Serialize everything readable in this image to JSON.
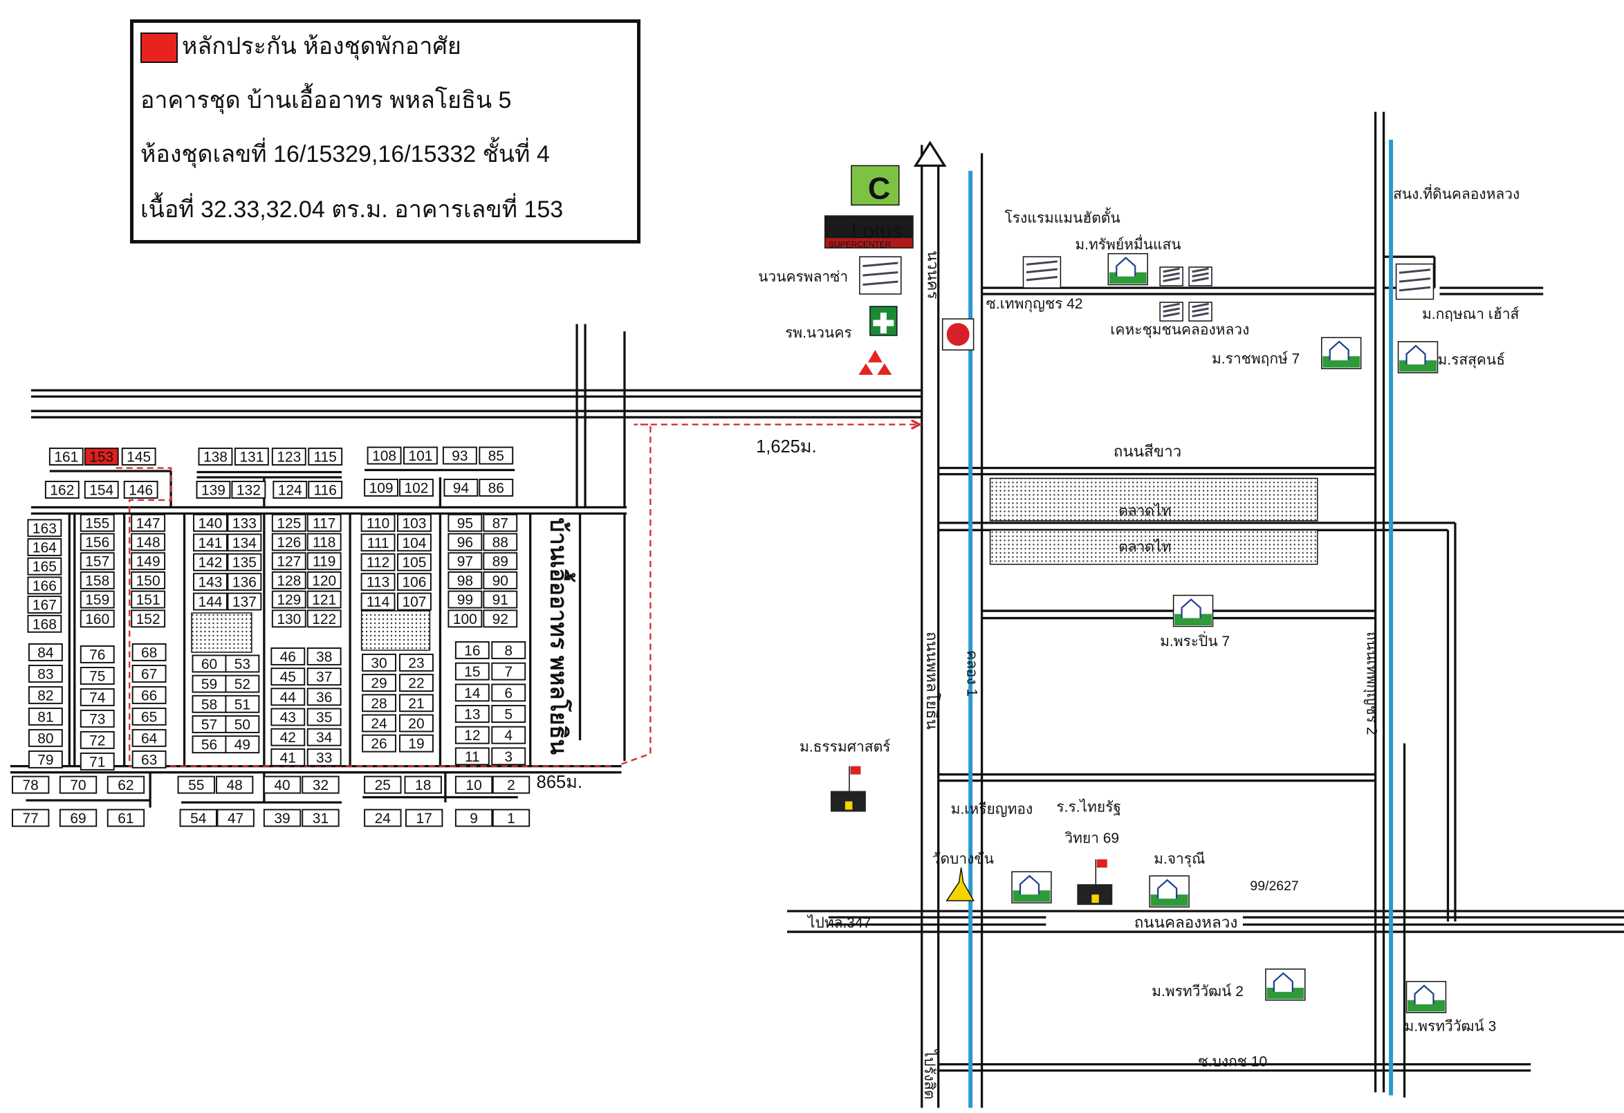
{
  "legend": {
    "swatch_color": "#e8231f",
    "title": "หลักประกัน ห้องชุดพักอาศัย",
    "line1": "อาคารชุด บ้านเอื้ออาทร พหลโยธิน 5",
    "line2": "ห้องชุดเลขที่ 16/15329,16/15332 ชั้นที่ 4",
    "line3": "เนื้อที่ 32.33,32.04 ตร.ม. อาคารเลขที่ 153"
  },
  "lots": {
    "highlight": "153",
    "highlight_color": "#e0201c",
    "groups": [
      {
        "labels": [
          "161",
          "153",
          "145"
        ]
      },
      {
        "labels": [
          "138",
          "131",
          "123",
          "115"
        ]
      },
      {
        "labels": [
          "108",
          "101",
          "93",
          "85"
        ]
      },
      {
        "labels": [
          "162",
          "154",
          "146"
        ]
      },
      {
        "labels": [
          "139",
          "132",
          "124",
          "116"
        ]
      },
      {
        "labels": [
          "109",
          "102",
          "94",
          "86"
        ]
      },
      {
        "labels": [
          "163",
          "164",
          "165",
          "166",
          "167",
          "168"
        ]
      },
      {
        "labels": [
          "155",
          "156",
          "157",
          "158",
          "159",
          "160"
        ]
      },
      {
        "labels": [
          "147",
          "148",
          "149",
          "150",
          "151",
          "152"
        ]
      },
      {
        "labels": [
          "140",
          "141",
          "142",
          "143",
          "144"
        ]
      },
      {
        "labels": [
          "133",
          "134",
          "135",
          "136",
          "137"
        ]
      },
      {
        "labels": [
          "125",
          "126",
          "127",
          "128",
          "129",
          "130"
        ]
      },
      {
        "labels": [
          "117",
          "118",
          "119",
          "120",
          "121",
          "122"
        ]
      },
      {
        "labels": [
          "110",
          "111",
          "112",
          "113",
          "114"
        ]
      },
      {
        "labels": [
          "103",
          "104",
          "105",
          "106",
          "107"
        ]
      },
      {
        "labels": [
          "95",
          "96",
          "97",
          "98",
          "99",
          "100"
        ]
      },
      {
        "labels": [
          "87",
          "88",
          "89",
          "90",
          "91",
          "92"
        ]
      },
      {
        "labels": [
          "84",
          "83",
          "82",
          "81",
          "80",
          "79"
        ]
      },
      {
        "labels": [
          "76",
          "75",
          "74",
          "73",
          "72",
          "71"
        ]
      },
      {
        "labels": [
          "68",
          "67",
          "66",
          "65",
          "64",
          "63"
        ]
      },
      {
        "labels": [
          "60",
          "59",
          "58",
          "57",
          "56"
        ]
      },
      {
        "labels": [
          "53",
          "52",
          "51",
          "50",
          "49"
        ]
      },
      {
        "labels": [
          "46",
          "45",
          "44",
          "43",
          "42",
          "41"
        ]
      },
      {
        "labels": [
          "38",
          "37",
          "36",
          "35",
          "34",
          "33"
        ]
      },
      {
        "labels": [
          "30",
          "29",
          "28",
          "24",
          "26"
        ]
      },
      {
        "labels": [
          "23",
          "22",
          "21",
          "20",
          "19"
        ]
      },
      {
        "labels": [
          "16",
          "15",
          "14",
          "13",
          "12",
          "11"
        ]
      },
      {
        "labels": [
          "8",
          "7",
          "6",
          "5",
          "4",
          "3"
        ]
      },
      {
        "labels": [
          "78",
          "70",
          "62",
          "55",
          "48",
          "40",
          "32",
          "25",
          "18",
          "10",
          "2"
        ]
      },
      {
        "labels": [
          "77",
          "69",
          "61",
          "54",
          "47",
          "39",
          "31",
          "24",
          "17",
          "9",
          "1"
        ]
      }
    ]
  },
  "project_label": "บ้านเอื้ออาทร พหลโยธิน",
  "distances": {
    "to_highway": "1,625ม.",
    "to_bottom": "865ม."
  },
  "roads": {
    "navanakorn": "นวนคร",
    "soi_thepkunchon_42": "ซ.เทพกุญชร 42",
    "si_khao": "ถนนสีขาว",
    "phahonyothin": "ถนนพหลโยธิน",
    "khlong_1": "คลอง 1",
    "thepkunchon_2": "ถนนเทพกุญชร 2",
    "to_rangsit": "ไปรังสิต",
    "to_route_347": "ไปทล.347",
    "khlong_luang": "ถนนคลองหลวง",
    "soi_bangkhot_10": "ซ.บงกช 10"
  },
  "landmarks": {
    "lotus": "Lotus",
    "lotus_sub": "SUPERCENTER",
    "navanakorn_plaza": "นวนครพลาซ่า",
    "navanakorn_hospital": "รพ.นวนคร",
    "manhattan_hotel": "โรงแรมแมนฮัตตั้น",
    "sap_muen_saen": "ม.ทรัพย์หมื่นแสน",
    "community_housing": "เคหะชุมชนคลองหลวง",
    "land_office": "สนง.ที่ดินคลองหลวง",
    "kritsana_house": "ม.กฤษณา เฮ้าส์",
    "ratchaphruek_7": "ม.ราชพฤกษ์ 7",
    "rotsukhon": "ม.รสสุคนธ์",
    "talat_thai_1": "ตลาดไท",
    "talat_thai_2": "ตลาดไท",
    "phra_pin_7": "ม.พระปิ่น 7",
    "thammasat": "ม.ธรรมศาสตร์",
    "rianthong": "ม.เหรียญทอง",
    "thairat_school_1": "ร.ร.ไทยรัฐ",
    "thairat_school_2": "วิทยา 69",
    "wat_bang_khan": "วัดบางขัน",
    "charuni": "ม.จารุณี",
    "address_99_2627": "99/2627",
    "phonthawiwat_2": "ม.พรทวีวัฒน์ 2",
    "phonthawiwat_3": "ม.พรทวีวัฒน์ 3"
  },
  "colors": {
    "canal": "#2a9ad0",
    "route": "#d0303a",
    "house_green": "#2f9a3a",
    "house_blue": "#1f3f8f"
  }
}
